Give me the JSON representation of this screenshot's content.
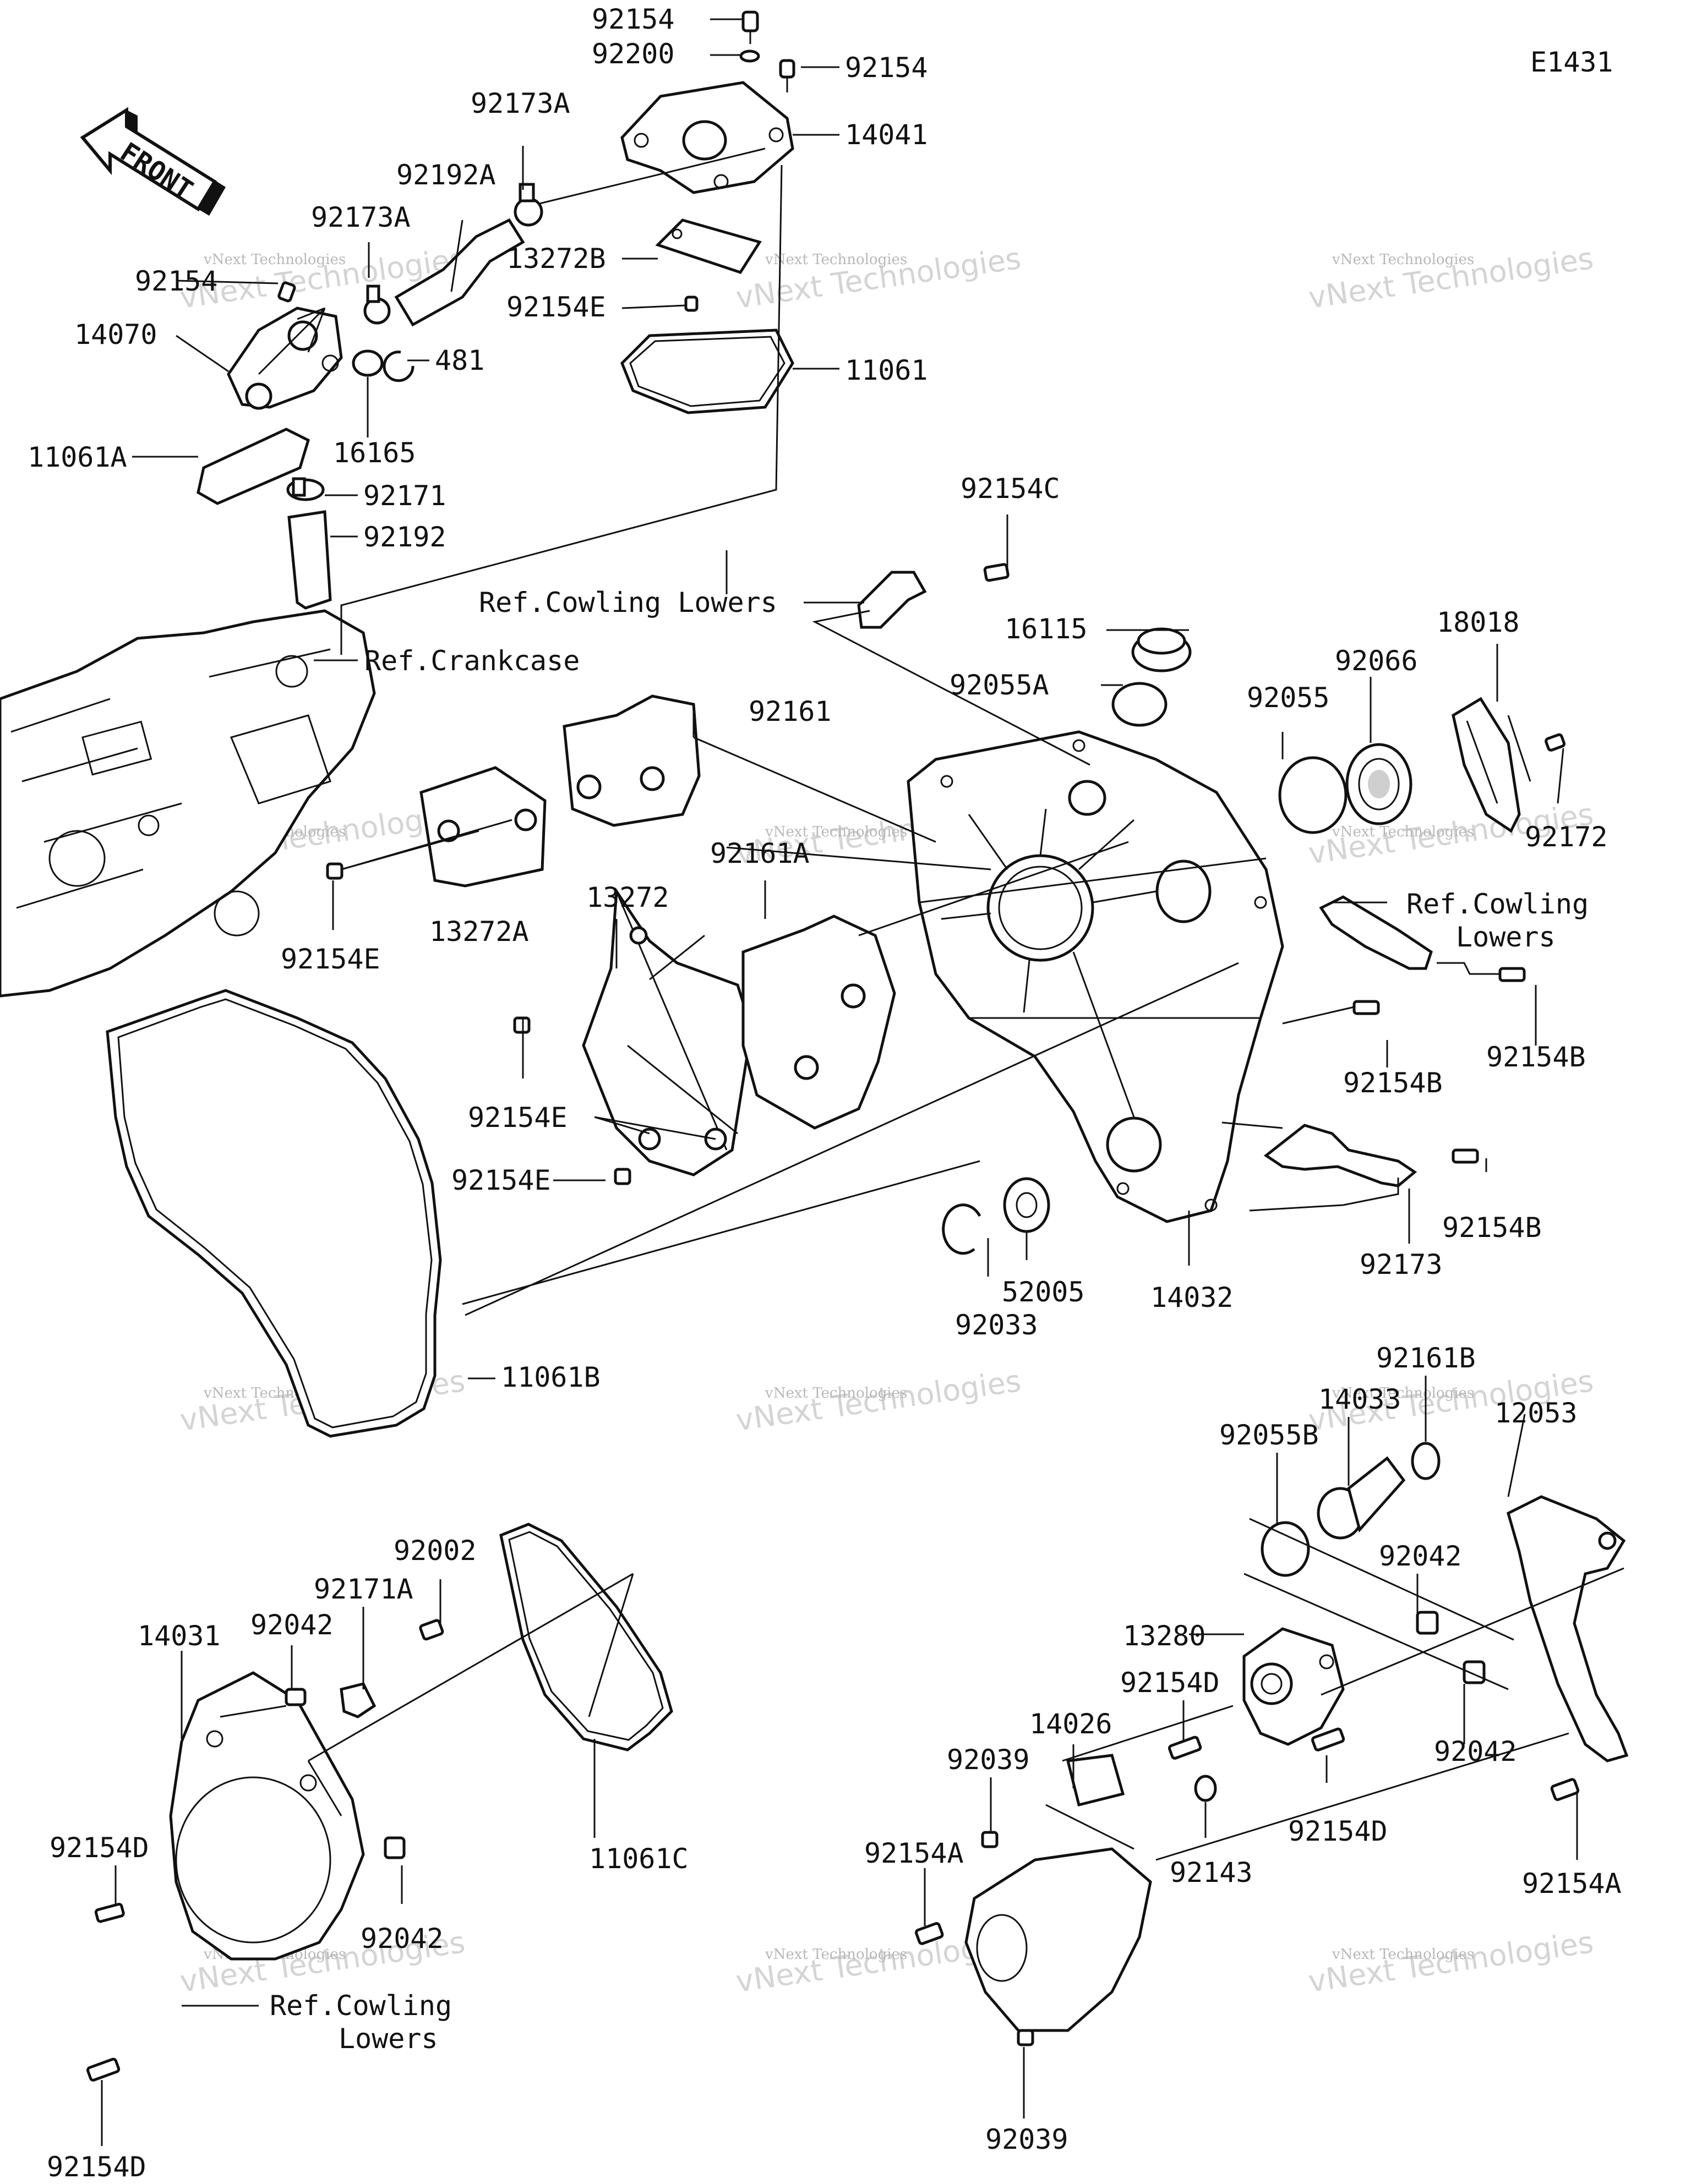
{
  "diagram_code": "E1431",
  "front_label": "FRONT",
  "labels": {
    "p92154_top": "92154",
    "p92200": "92200",
    "p92154_top_right": "92154",
    "p14041": "14041",
    "p92173A_upper": "92173A",
    "p92192A": "92192A",
    "p92173A_lower": "92173A",
    "p13272B": "13272B",
    "p92154_left": "92154",
    "p92154E_top": "92154E",
    "p14070": "14070",
    "p481": "481",
    "p11061": "11061",
    "p16165": "16165",
    "p11061A": "11061A",
    "p92171": "92171",
    "p92192": "92192",
    "p92154C": "92154C",
    "ref_cowling_top": "Ref.Cowling Lowers",
    "p16115": "16115",
    "ref_crankcase": "Ref.Crankcase",
    "p18018": "18018",
    "p92066": "92066",
    "p92055A": "92055A",
    "p92055": "92055",
    "p92161": "92161",
    "p92172": "92172",
    "p92161A": "92161A",
    "p13272": "13272",
    "ref_cowling_right_1": "Ref.Cowling",
    "ref_cowling_right_2": "Lowers",
    "p13272A": "13272A",
    "p92154E_mid": "92154E",
    "p92154B_right": "92154B",
    "p92154B_mid": "92154B",
    "p92154E_lower": "92154E",
    "p92154E_bottom": "92154E",
    "p92154B_lower": "92154B",
    "p52005": "52005",
    "p14032": "14032",
    "p92173": "92173",
    "p92033": "92033",
    "p11061B": "11061B",
    "p92161B": "92161B",
    "p14033": "14033",
    "p12053": "12053",
    "p92055B": "92055B",
    "p92002": "92002",
    "p92042_right_top": "92042",
    "p92171A": "92171A",
    "p92042_left_top": "92042",
    "p14031": "14031",
    "p13280": "13280",
    "p92154D_mid": "92154D",
    "p92042_right_low": "92042",
    "p14026": "14026",
    "p92039_upper": "92039",
    "p92154D_left": "92154D",
    "p92154D_right": "92154D",
    "p92143": "92143",
    "p92154A_left": "92154A",
    "p92154A_right": "92154A",
    "p11061C": "11061C",
    "p92042_left_low": "92042",
    "ref_cowling_bottom_1": "Ref.Cowling",
    "ref_cowling_bottom_2": "Lowers",
    "p92154D_bottom": "92154D",
    "p92039_bottom": "92039"
  },
  "watermark": {
    "line1": "vNext Technologies",
    "line2": "vNext Technologies"
  }
}
